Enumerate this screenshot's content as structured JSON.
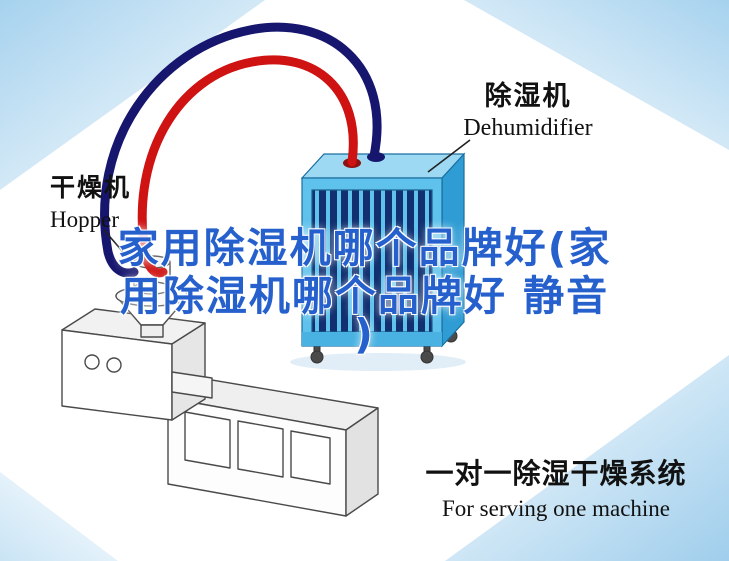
{
  "labels": {
    "dehumidifier_cn": "除湿机",
    "dehumidifier_en": "Dehumidifier",
    "hopper_cn": "干燥机",
    "hopper_en": "Hopper"
  },
  "title": {
    "full": "家用除湿机哪个品牌好(家用除湿机哪个品牌好 静音)",
    "line1": "家用除湿机哪个品牌好(家",
    "line2": "用除湿机哪个品牌好 静音",
    "line3": ")"
  },
  "caption": {
    "cn": "一对一除湿干燥系统",
    "en": "For serving one machine"
  },
  "colors": {
    "title_blue": "#2560cd",
    "pipe_red": "#cf1212",
    "pipe_navy": "#16166e",
    "dehumidifier_blue": "#5fc2ec",
    "dehumidifier_blue_dark": "#2f9cd4",
    "corner_decoration_blue": "#a6d2ee",
    "label_text": "#111111"
  },
  "icons": {
    "dehumidifier_unit": "dehumidifier-illustration",
    "hopper_machine": "hopper-machine-illustration",
    "air_hose_supply": "pipe-red",
    "air_hose_return": "pipe-navy"
  }
}
